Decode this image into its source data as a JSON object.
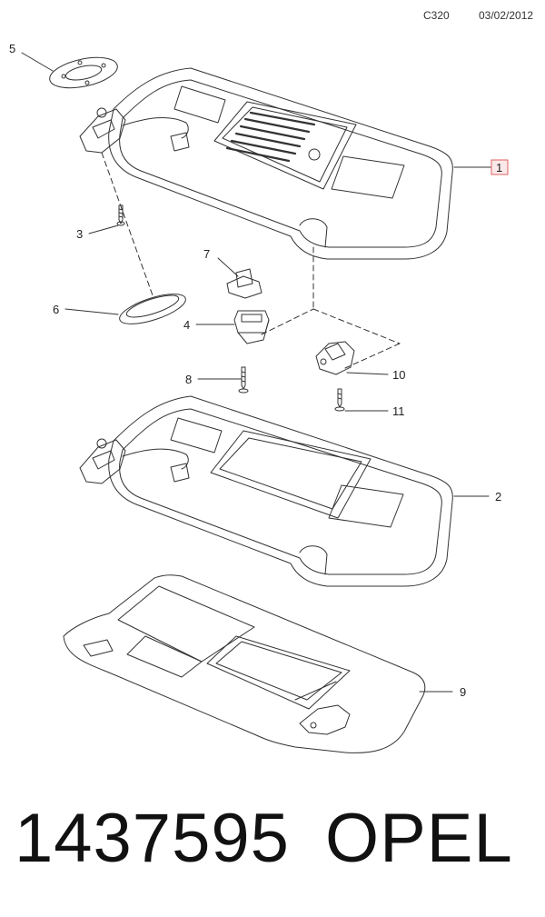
{
  "header": {
    "code": "C320",
    "date": "03/02/2012"
  },
  "callouts": {
    "c1": "1",
    "c2": "2",
    "c3": "3",
    "c4": "4",
    "c5": "5",
    "c6": "6",
    "c7": "7",
    "c8": "8",
    "c9": "9",
    "c10": "10",
    "c11": "11"
  },
  "footer": {
    "part_number": "1437595",
    "brand": "OPEL"
  },
  "colors": {
    "line": "#333333",
    "highlight_box": "#e06060"
  }
}
